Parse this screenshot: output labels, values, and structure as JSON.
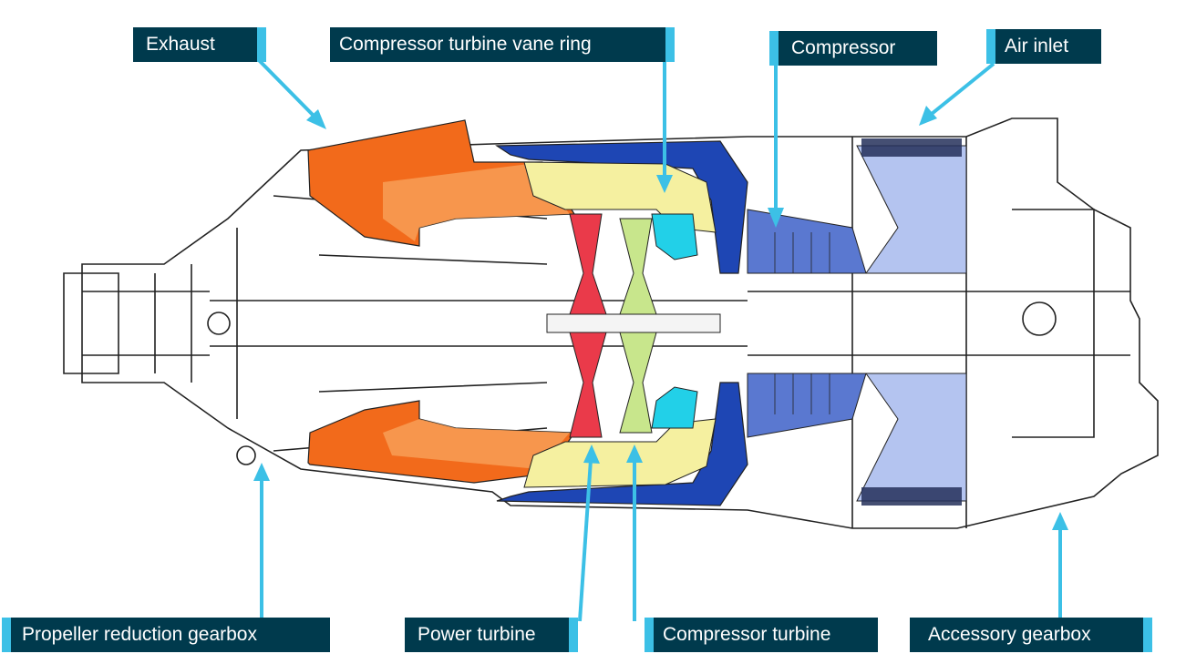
{
  "labels": {
    "exhaust": "Exhaust",
    "vane_ring": "Compressor turbine vane ring",
    "compressor": "Compressor",
    "air_inlet": "Air inlet",
    "propeller_gearbox": "Propeller reduction gearbox",
    "power_turbine": "Power turbine",
    "compressor_turbine": "Compressor turbine",
    "accessory_gearbox": "Accessory gearbox"
  },
  "colors": {
    "label_bg": "#003a4d",
    "accent": "#3cc0e6",
    "exhaust": "#f26a1b",
    "exhaust_light": "#f7a15a",
    "combustor_case": "#1e46b4",
    "combustor_liner": "#f5f0a0",
    "power_turbine": "#ea3a4a",
    "compressor_turbine": "#c8e68c",
    "cyan_part": "#22d0e8",
    "compressor": "#5a78d0",
    "inlet": "#b4c4f0"
  }
}
